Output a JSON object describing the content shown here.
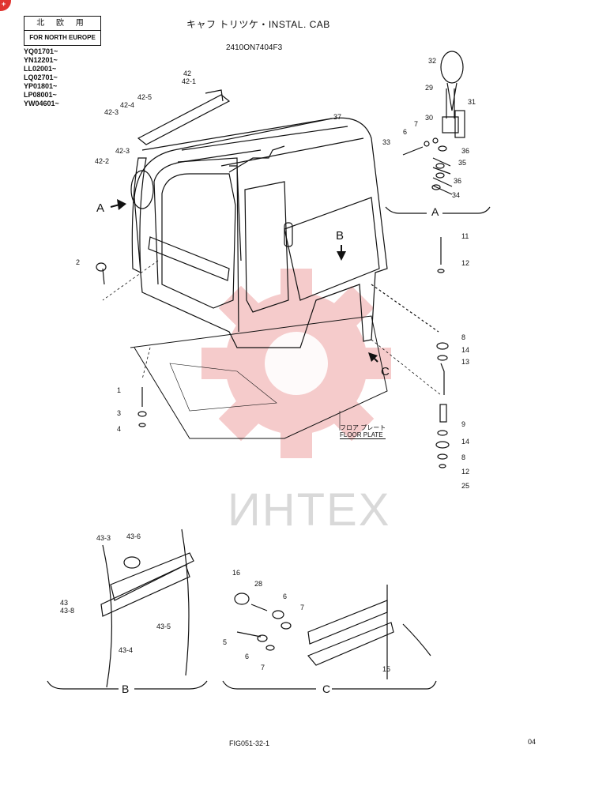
{
  "header": {
    "region_jp": "北 欧 用",
    "region_en": "FOR NORTH EUROPE",
    "serials": [
      "YQ01701~",
      "YN12201~",
      "LL02001~",
      "LQ02701~",
      "YP01801~",
      "LP08001~",
      "YW04601~"
    ],
    "title": "キャフ トリツケ・INSTAL. CAB",
    "part_number": "2410ON7404F3"
  },
  "view_labels": {
    "a": "A",
    "b": "B",
    "c": "C"
  },
  "floor_plate": {
    "jp": "フロア プレート",
    "en": "FLOOR PLATE"
  },
  "callouts": {
    "c42": "42",
    "c42_1": "42-1",
    "c42_5": "42-5",
    "c42_4": "42-4",
    "c42_3a": "42-3",
    "c42_3b": "42-3",
    "c42_2": "42-2",
    "c37": "37",
    "c2": "2",
    "c1": "1",
    "c3": "3",
    "c4": "4",
    "c32": "32",
    "c29": "29",
    "c31": "31",
    "c30": "30",
    "c7": "7",
    "c6": "6",
    "c33": "33",
    "c36a": "36",
    "c35": "35",
    "c36b": "36",
    "c34": "34",
    "c11": "11",
    "c12a": "12",
    "c8a": "8",
    "c14a": "14",
    "c13": "13",
    "c9": "9",
    "c14b": "14",
    "c8b": "8",
    "c12b": "12",
    "c25": "25",
    "c43_3": "43-3",
    "c43_6": "43-6",
    "c43": "43",
    "c43_8": "43-8",
    "c43_5": "43-5",
    "c43_4": "43-4",
    "c16": "16",
    "c28": "28",
    "c6b": "6",
    "c7b": "7",
    "c5": "5",
    "c6c": "6",
    "c7c": "7",
    "c15": "15"
  },
  "watermark": "ИНТЕХ",
  "corner_badge": "+",
  "footer": {
    "figure": "FIG051-32-1",
    "page": "04"
  },
  "colors": {
    "watermark": "#f2b8b8",
    "badge": "#e0342f",
    "ink": "#111111"
  }
}
